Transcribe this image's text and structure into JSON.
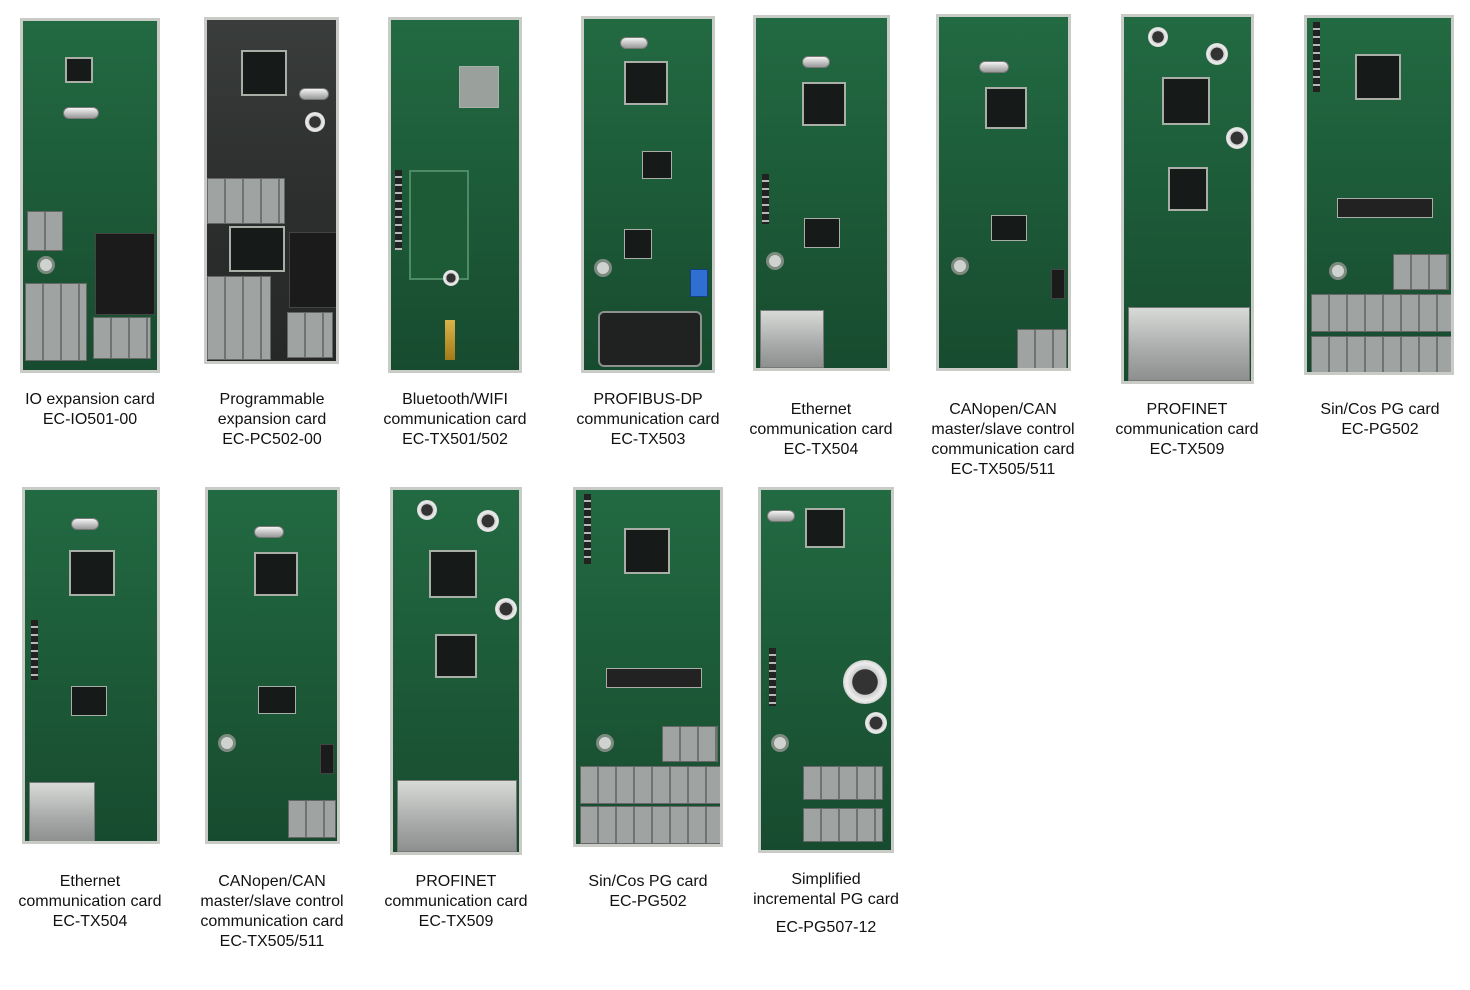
{
  "cards": [
    {
      "lines": [
        "IO expansion card",
        "EC-IO501-00"
      ]
    },
    {
      "lines": [
        "Programmable",
        "expansion card",
        "EC-PC502-00"
      ]
    },
    {
      "lines": [
        "Bluetooth/WIFI",
        "communication card",
        "EC-TX501/502"
      ]
    },
    {
      "lines": [
        "PROFIBUS-DP",
        "communication card",
        "EC-TX503"
      ]
    },
    {
      "lines": [
        "Ethernet",
        "communication card",
        "EC-TX504"
      ]
    },
    {
      "lines": [
        "CANopen/CAN",
        "master/slave control",
        "communication card",
        "EC-TX505/511"
      ]
    },
    {
      "lines": [
        "PROFINET",
        "communication card",
        "EC-TX509"
      ]
    },
    {
      "lines": [
        "Sin/Cos PG card",
        "EC-PG502"
      ]
    },
    {
      "lines": [
        "Ethernet",
        "communication card",
        "EC-TX504"
      ]
    },
    {
      "lines": [
        "CANopen/CAN",
        "master/slave control",
        "communication card",
        "EC-TX505/511"
      ]
    },
    {
      "lines": [
        "PROFINET",
        "communication card",
        "EC-TX509"
      ]
    },
    {
      "lines": [
        "Sin/Cos PG card",
        "EC-PG502"
      ]
    },
    {
      "lines": [
        "Simplified",
        "incremental PG card",
        "",
        "EC-PG507-12"
      ]
    }
  ]
}
